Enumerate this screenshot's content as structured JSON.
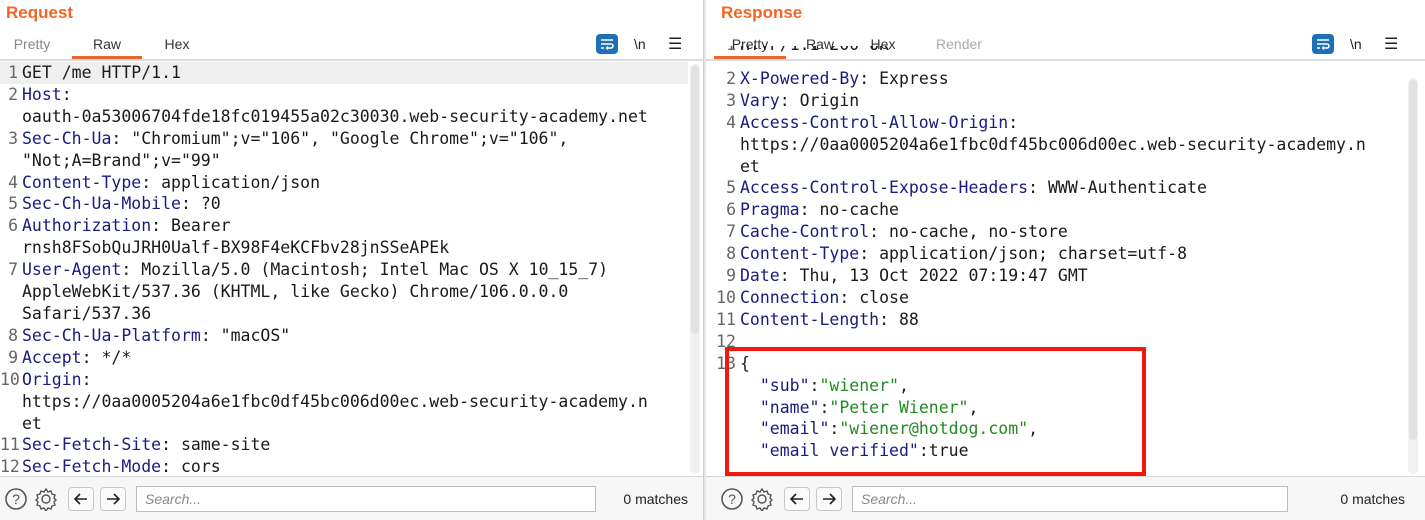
{
  "request": {
    "title": "Request",
    "tabs": [
      {
        "label": "Pretty",
        "state": "inactive"
      },
      {
        "label": "Raw",
        "state": "active"
      },
      {
        "label": "Hex",
        "state": "inactive"
      }
    ],
    "toolbar": {
      "wrap_icon": "wrap-lines-icon",
      "newline_label": "\\n",
      "menu_icon": "hamburger-menu-icon"
    },
    "lines": [
      {
        "n": "1",
        "key": "",
        "value": "GET /me HTTP/1.1"
      },
      {
        "n": "2",
        "key": "Host",
        "value": "oauth-0a53006704fde18fc019455a02c30030.web-security-academy.net"
      },
      {
        "n": "3",
        "key": "Sec-Ch-Ua",
        "value": "\"Chromium\";v=\"106\", \"Google Chrome\";v=\"106\", \"Not;A=Brand\";v=\"99\""
      },
      {
        "n": "4",
        "key": "Content-Type",
        "value": "application/json"
      },
      {
        "n": "5",
        "key": "Sec-Ch-Ua-Mobile",
        "value": "?0"
      },
      {
        "n": "6",
        "key": "Authorization",
        "value": "Bearer rnsh8FSobQuJRH0Ualf-BX98F4eKCFbv28jnSSeAPEk"
      },
      {
        "n": "7",
        "key": "User-Agent",
        "value": "Mozilla/5.0 (Macintosh; Intel Mac OS X 10_15_7) AppleWebKit/537.36 (KHTML, like Gecko) Chrome/106.0.0.0 Safari/537.36"
      },
      {
        "n": "8",
        "key": "Sec-Ch-Ua-Platform",
        "value": "\"macOS\""
      },
      {
        "n": "9",
        "key": "Accept",
        "value": "*/*"
      },
      {
        "n": "10",
        "key": "Origin",
        "value": "https://0aa0005204a6e1fbc0df45bc006d00ec.web-security-academy.net"
      },
      {
        "n": "11",
        "key": "Sec-Fetch-Site",
        "value": "same-site"
      },
      {
        "n": "12",
        "key": "Sec-Fetch-Mode",
        "value": "cors"
      }
    ],
    "wrapped_display": [
      {
        "n": "1",
        "k": "",
        "v": "GET /me HTTP/1.1",
        "hl": true
      },
      {
        "n": "2",
        "k": "Host",
        "v": ""
      },
      {
        "n": "",
        "k": "",
        "v": "oauth-0a53006704fde18fc019455a02c30030.web-security-academy.net"
      },
      {
        "n": "3",
        "k": "Sec-Ch-Ua",
        "v": " \"Chromium\";v=\"106\", \"Google Chrome\";v=\"106\","
      },
      {
        "n": "",
        "k": "",
        "v": "\"Not;A=Brand\";v=\"99\""
      },
      {
        "n": "4",
        "k": "Content-Type",
        "v": " application/json"
      },
      {
        "n": "5",
        "k": "Sec-Ch-Ua-Mobile",
        "v": " ?0"
      },
      {
        "n": "6",
        "k": "Authorization",
        "v": " Bearer"
      },
      {
        "n": "",
        "k": "",
        "v": "rnsh8FSobQuJRH0Ualf-BX98F4eKCFbv28jnSSeAPEk"
      },
      {
        "n": "7",
        "k": "User-Agent",
        "v": " Mozilla/5.0 (Macintosh; Intel Mac OS X 10_15_7)"
      },
      {
        "n": "",
        "k": "",
        "v": "AppleWebKit/537.36 (KHTML, like Gecko) Chrome/106.0.0.0"
      },
      {
        "n": "",
        "k": "",
        "v": "Safari/537.36"
      },
      {
        "n": "8",
        "k": "Sec-Ch-Ua-Platform",
        "v": " \"macOS\""
      },
      {
        "n": "9",
        "k": "Accept",
        "v": " */*"
      },
      {
        "n": "10",
        "k": "Origin",
        "v": ""
      },
      {
        "n": "",
        "k": "",
        "v": "https://0aa0005204a6e1fbc0df45bc006d00ec.web-security-academy.n"
      },
      {
        "n": "",
        "k": "",
        "v": "et"
      },
      {
        "n": "11",
        "k": "Sec-Fetch-Site",
        "v": " same-site"
      },
      {
        "n": "12",
        "k": "Sec-Fetch-Mode",
        "v": " cors"
      }
    ],
    "footer": {
      "search_placeholder": "Search...",
      "matches": "0 matches"
    }
  },
  "response": {
    "title": "Response",
    "tabs": [
      {
        "label": "Pretty",
        "state": "active"
      },
      {
        "label": "Raw",
        "state": "inactive"
      },
      {
        "label": "Hex",
        "state": "inactive"
      },
      {
        "label": "Render",
        "state": "disabled"
      }
    ],
    "toolbar": {
      "wrap_icon": "wrap-lines-icon",
      "newline_label": "\\n",
      "menu_icon": "hamburger-menu-icon"
    },
    "wrapped_display": [
      {
        "n": "1",
        "k": "",
        "v": "HTTP/1.1 200 OK",
        "clipped": true
      },
      {
        "n": "2",
        "k": "X-Powered-By",
        "v": " Express"
      },
      {
        "n": "3",
        "k": "Vary",
        "v": " Origin"
      },
      {
        "n": "4",
        "k": "Access-Control-Allow-Origin",
        "v": ""
      },
      {
        "n": "",
        "k": "",
        "v": "https://0aa0005204a6e1fbc0df45bc006d00ec.web-security-academy.n"
      },
      {
        "n": "",
        "k": "",
        "v": "et"
      },
      {
        "n": "5",
        "k": "Access-Control-Expose-Headers",
        "v": " WWW-Authenticate"
      },
      {
        "n": "6",
        "k": "Pragma",
        "v": " no-cache"
      },
      {
        "n": "7",
        "k": "Cache-Control",
        "v": " no-cache, no-store"
      },
      {
        "n": "8",
        "k": "Content-Type",
        "v": " application/json; charset=utf-8"
      },
      {
        "n": "9",
        "k": "Date",
        "v": " Thu, 13 Oct 2022 07:19:47 GMT"
      },
      {
        "n": "10",
        "k": "Connection",
        "v": " close"
      },
      {
        "n": "11",
        "k": "Content-Length",
        "v": " 88"
      },
      {
        "n": "12",
        "k": "",
        "v": ""
      },
      {
        "n": "13",
        "k": "",
        "v": "{"
      }
    ],
    "json_body": [
      {
        "key": "\"sub\"",
        "sep": ":",
        "val": "\"wiener\"",
        "trail": ","
      },
      {
        "key": "\"name\"",
        "sep": ":",
        "val": "\"Peter Wiener\"",
        "trail": ","
      },
      {
        "key": "\"email\"",
        "sep": ":",
        "val": "\"wiener@hotdog.com\"",
        "trail": ","
      },
      {
        "key": "\"email_verified\"",
        "sep": ":",
        "val": "true",
        "trail": "",
        "plain": true
      }
    ],
    "closing_brace": "}",
    "footer": {
      "search_placeholder": "Search...",
      "matches": "0 matches"
    }
  },
  "annotation": {
    "color": "#f0170c",
    "target": "response-json-body"
  },
  "colors": {
    "accent": "#f26522",
    "tab_underline": "#e8652d",
    "header_key": "#1a1a80",
    "json_string": "#228b22",
    "button_blue": "#1f6fb8"
  }
}
